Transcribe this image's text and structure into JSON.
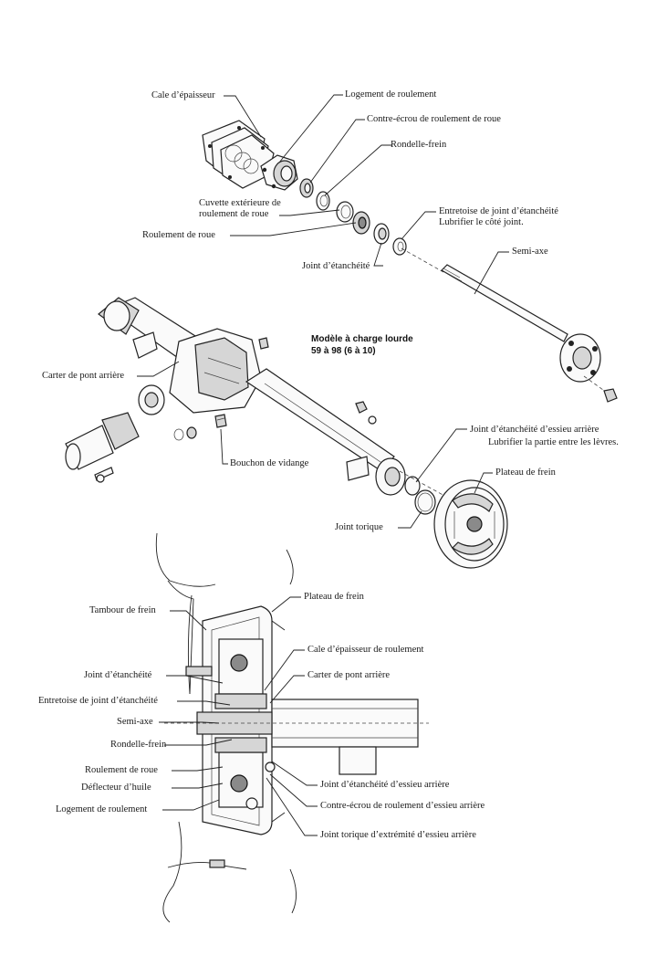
{
  "top_exploded": {
    "labels": {
      "shim": "Cale d’épaisseur",
      "bearing_housing": "Logement de roulement",
      "locknut": "Contre-écrou de roulement de roue",
      "lock_washer": "Rondelle-frein",
      "outer_race_line1": "Cuvette extérieure de",
      "outer_race_line2": "roulement de roue",
      "wheel_bearing": "Roulement de roue",
      "oil_seal": "Joint d’étanchéité",
      "seal_spacer_line1": "Entretoise de joint d’étanchéité",
      "seal_spacer_line2": "Lubrifier le côté joint.",
      "axle_shaft": "Semi-axe"
    }
  },
  "middle_assembly": {
    "model_note_line1": "Modèle à charge lourde",
    "model_note_line2": "59 à 98 (6 à 10)",
    "labels": {
      "housing": "Carter de pont arrière",
      "drain_plug": "Bouchon de vidange",
      "axle_seal_line1": "Joint d’étanchéité d’essieu arrière",
      "axle_seal_line2": "Lubrifier la partie entre les lèvres.",
      "backing_plate": "Plateau de frein",
      "o_ring": "Joint torique"
    }
  },
  "cross_section": {
    "labels": {
      "brake_drum": "Tambour de frein",
      "backing_plate": "Plateau de frein",
      "bearing_shim": "Cale d’épaisseur de roulement",
      "oil_seal": "Joint d’étanchéité",
      "housing": "Carter de pont arrière",
      "seal_spacer": "Entretoise de joint d’étanchéité",
      "axle_shaft": "Semi-axe",
      "lock_washer": "Rondelle-frein",
      "wheel_bearing": "Roulement de roue",
      "axle_seal": "Joint d’étanchéité d’essieu arrière",
      "oil_deflector": "Déflecteur d’huile",
      "axle_locknut": "Contre-écrou de roulement d’essieu arrière",
      "bearing_housing": "Logement de roulement",
      "end_o_ring": "Joint torique d’extrémité d’essieu arrière"
    }
  }
}
